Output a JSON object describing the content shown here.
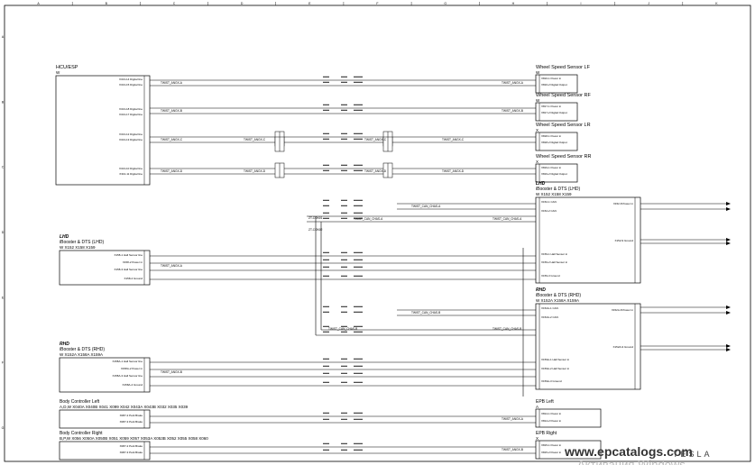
{
  "grid": {
    "columns": [
      "A",
      "B",
      "C",
      "D",
      "E",
      "F",
      "G",
      "H",
      "I",
      "J",
      "K"
    ],
    "rows": [
      "A",
      "B",
      "C",
      "D",
      "E",
      "F",
      "G"
    ]
  },
  "left_boxes": {
    "hcu": {
      "title": "HCU/ESP",
      "sub": "W",
      "pins": [
        "X313-14 Digital line",
        "X313-15 Digital line",
        "X313-18 Digital line",
        "X313-17 Digital line",
        "X313-12 Digital line",
        "X313-13 Digital line",
        "X313-10 Digital line",
        "X313-11 Digital line"
      ]
    },
    "ibooster_lhd": {
      "tag": "LHD",
      "title": "iBooster & DTS (LHD)",
      "sub": "W   X152  X158  X159",
      "pins": [
        "X158-1 Hall Sensor line",
        "X158-2 Power in",
        "X158-3 Hall Sensor line",
        "X158-4 Ground"
      ]
    },
    "ibooster_rhd": {
      "tag": "RHD",
      "title": "iBooster & DTS (RHD)",
      "sub": "W   X152A  X158A  X159A",
      "pins": [
        "X158A-1 Hall Sensor line",
        "X158A-2 Power in",
        "X158A-3 Hall Sensor line",
        "X158A-4 Ground"
      ]
    },
    "bcm_left": {
      "title": "Body Controller Left",
      "sub": "A,D,W   X040A  X040B  X041  X099  X042  X043A  X043B  X032  X035  X039",
      "pins": [
        "X087-2 Park Brake",
        "X087-3 Park Brake"
      ]
    },
    "bcm_right": {
      "title": "Body Controller Right",
      "sub": "B,P,W   X056  X050A  X050B  X051  X059  X057  X053A  X053B  X052  X055  X058  X060",
      "pins": [
        "X087-2 Park Brake",
        "X087-3 Park Brake"
      ]
    }
  },
  "right_boxes": {
    "wss_lf": {
      "title": "Wheel Speed Sensor LF",
      "sub": "W",
      "pins": [
        "X816-1 Power in",
        "X816-2 Digital Output"
      ]
    },
    "wss_rf": {
      "title": "Wheel Speed Sensor RF",
      "sub": "W",
      "pins": [
        "X817-1 Power in",
        "X817-2 Digital Output"
      ]
    },
    "wss_lr": {
      "title": "Wheel Speed Sensor LR",
      "sub": "X",
      "pins": [
        "X818-1 Power in",
        "X818-2 Digital Output"
      ]
    },
    "wss_rr": {
      "title": "Wheel Speed Sensor RR",
      "sub": "X",
      "pins": [
        "X819-1 Power in",
        "X819-2 Digital Output"
      ]
    },
    "ibooster_lhd": {
      "tag": "LHD",
      "title": "iBooster & DTS (LHD)",
      "sub": "W   X152  X158  X159",
      "pins": [
        "X152-1 CAN",
        "X152-2 CAN",
        "X152-8 Power in",
        "X152-9 Ground",
        "X159-1 Hall Sensor in",
        "X159-2 Hall Sensor in",
        "X159-3 Ground"
      ]
    },
    "ibooster_rhd": {
      "tag": "RHD",
      "title": "iBooster & DTS (RHD)",
      "sub": "W   X152A  X158A  X159A",
      "pins": [
        "X152A-1 CAN",
        "X152A-2 CAN",
        "X152A-8 Power in",
        "X152A-9 Ground",
        "X159A-1 Hall Sensor in",
        "X159A-2 Hall Sensor in",
        "X159A-3 Ground"
      ]
    },
    "epb_left": {
      "title": "EPB Left",
      "sub": "A",
      "pins": [
        "X814-1 Power in",
        "X814-2 Power in"
      ]
    },
    "epb_right": {
      "title": "EPB Right",
      "sub": "X",
      "pins": [
        "X815-1 Power in",
        "X815-2 Power in"
      ]
    }
  },
  "harness": {
    "a": "TWIST_ANGX-A",
    "b": "TWIST_ANGX-B",
    "c": "TWIST_ANGX-C",
    "d": "TWIST_ANGX-D",
    "can": "TWIST_CAN_CHAS-A",
    "can_b": "TWIST_CAN_CHAS-B"
  },
  "connectors": {
    "x_can1": "ZT-CON01",
    "x_can2": "ZT-CON02"
  },
  "watermark": {
    "site": "www.epcatalogs.com",
    "brand": "TESLA",
    "windows": "Активация Windows"
  }
}
